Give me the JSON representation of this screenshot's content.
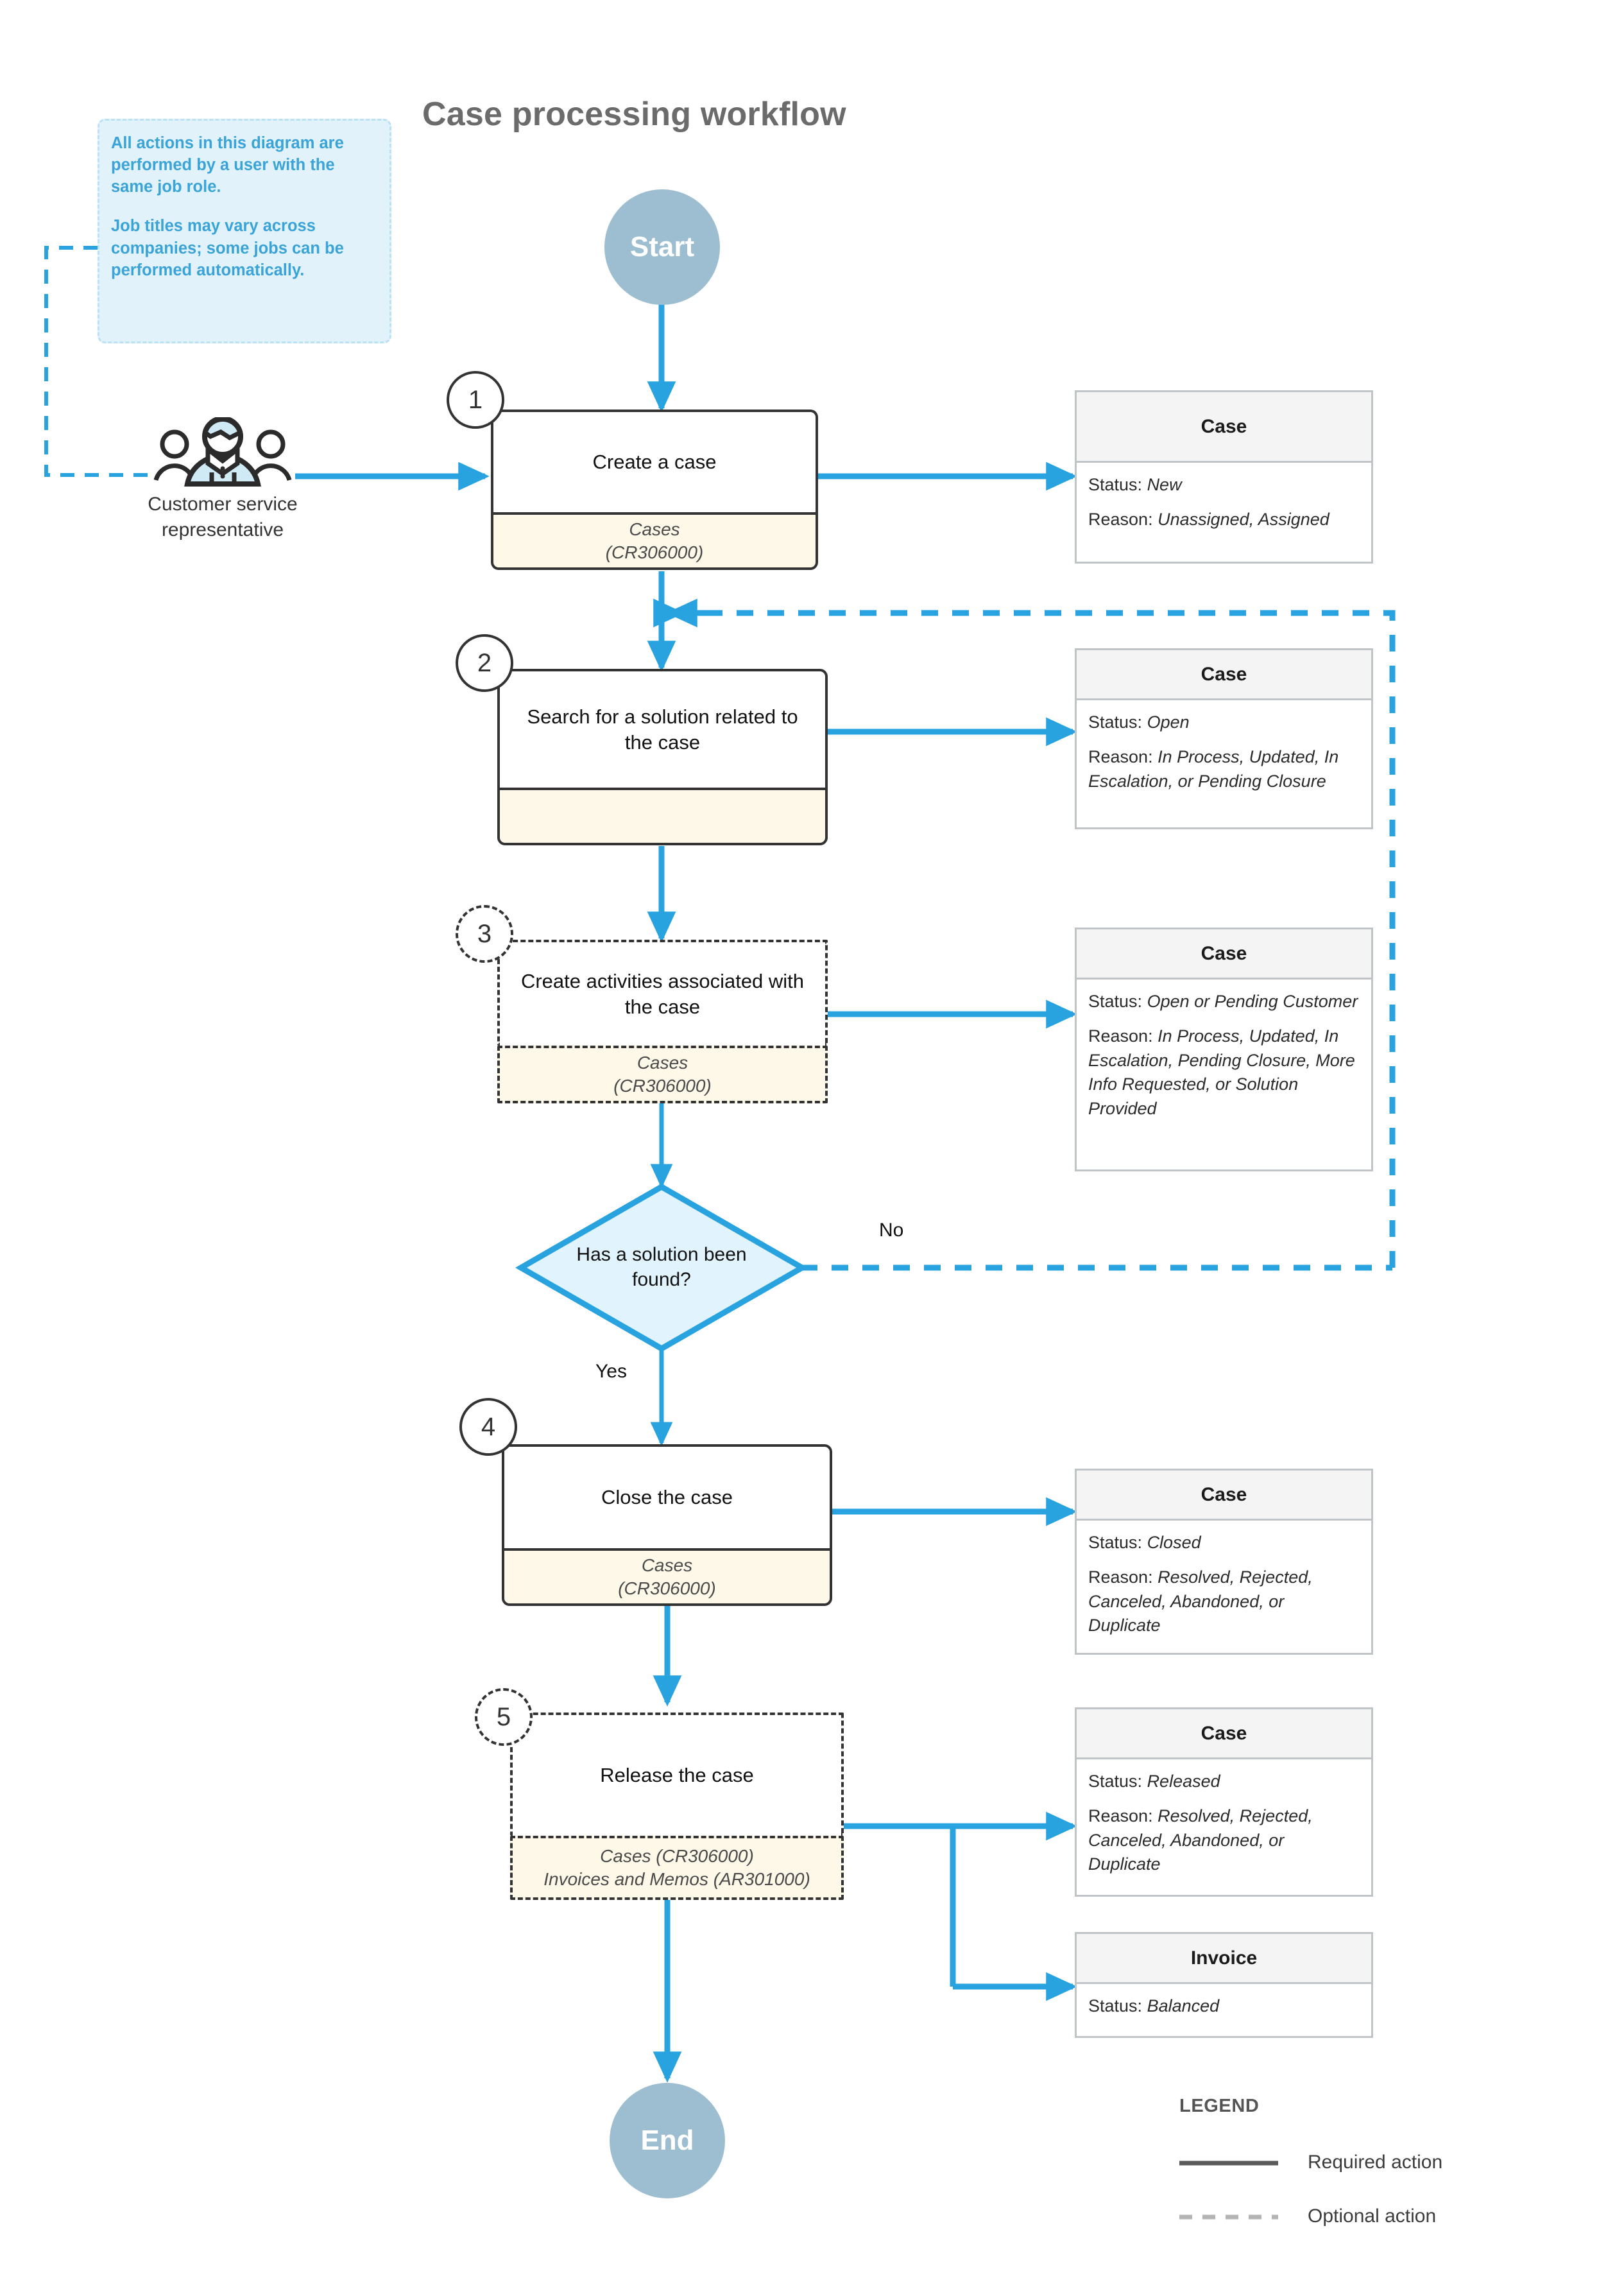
{
  "page": {
    "title": "Case processing workflow"
  },
  "callout": {
    "name": "diagram-note",
    "line1": "All actions in this diagram are performed by a user with the same job role.",
    "line2": "Job titles may vary across companies; some jobs can be performed automatically."
  },
  "terminators": {
    "start": "Start",
    "end": "End"
  },
  "actor": {
    "icon": "people-group-icon",
    "label": "Customer service representative"
  },
  "steps": [
    {
      "num": "1",
      "title": "Create a case",
      "screens": "Cases\n(CR306000)",
      "optional": false
    },
    {
      "num": "2",
      "title": "Search for a solution related to the case",
      "screens": "",
      "optional": false
    },
    {
      "num": "3",
      "title": "Create activities associated with the case",
      "screens": "Cases\n(CR306000)",
      "optional": true
    },
    {
      "num": "4",
      "title": "Close the case",
      "screens": "Cases\n(CR306000)",
      "optional": false
    },
    {
      "num": "5",
      "title": "Release the case",
      "screens": "Cases (CR306000)\nInvoices and Memos (AR301000)",
      "optional": true
    }
  ],
  "decision": {
    "text": "Has a solution been found?",
    "yes_label": "Yes",
    "no_label": "No"
  },
  "cards": [
    {
      "title": "Case",
      "status_label": "Status:",
      "status_value": "New",
      "reason_label": "Reason:",
      "reason_value": "Unassigned, Assigned"
    },
    {
      "title": "Case",
      "status_label": "Status:",
      "status_value": "Open",
      "reason_label": "Reason:",
      "reason_value": "In Process, Updated, In Escalation, or Pending Closure"
    },
    {
      "title": "Case",
      "status_label": "Status:",
      "status_value": "Open or Pending Customer",
      "reason_label": "Reason:",
      "reason_value": "In Process, Updated, In Escalation, Pending Closure, More Info Requested, or Solution Provided"
    },
    {
      "title": "Case",
      "status_label": "Status:",
      "status_value": "Closed",
      "reason_label": "Reason:",
      "reason_value": "Resolved, Rejected, Canceled, Abandoned, or Duplicate"
    },
    {
      "title": "Case",
      "status_label": "Status:",
      "status_value": "Released",
      "reason_label": "Reason:",
      "reason_value": "Resolved, Rejected, Canceled, Abandoned, or Duplicate"
    },
    {
      "title": "Invoice",
      "status_label": "Status:",
      "status_value": "Balanced",
      "reason_label": "",
      "reason_value": ""
    }
  ],
  "legend": {
    "heading": "LEGEND",
    "items": [
      {
        "icon": "solid-line-icon",
        "label": "Required action"
      },
      {
        "icon": "dashed-line-icon",
        "label": "Optional action"
      }
    ]
  },
  "colors": {
    "flow_blue": "#29a3e0",
    "terminator_blue": "#9dbed1",
    "decision_fill": "#e1f4fd",
    "screen_band_yellow": "#fdf8e8",
    "note_fill": "#e2f2fa",
    "note_text": "#3aa3d8",
    "card_border": "#bfc4c6",
    "card_header": "#f4f4f4",
    "title_gray": "#6b6b6b"
  }
}
